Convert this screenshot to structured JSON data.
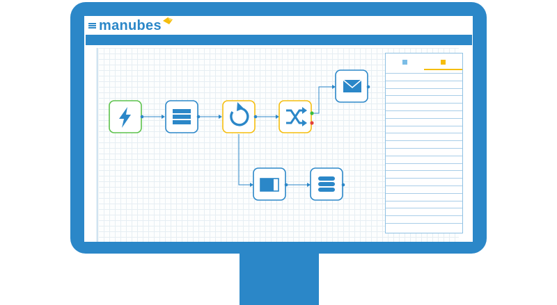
{
  "app": {
    "logo_text": "manubes"
  },
  "colors": {
    "brand_blue": "#2b87c8",
    "trigger_green": "#5cc24b",
    "loop_yellow": "#f5bd0d",
    "success_green": "#3bbd3b",
    "error_red": "#e4403a",
    "grid": "#e6eef3"
  },
  "toolbar": {
    "menu_icon": "hamburger-icon"
  },
  "workflow": {
    "nodes": [
      {
        "id": "trigger",
        "icon": "lightning-icon",
        "border": "#5cc24b"
      },
      {
        "id": "list",
        "icon": "list-icon",
        "border": "#2b87c8"
      },
      {
        "id": "loop",
        "icon": "loop-icon",
        "border": "#f5bd0d"
      },
      {
        "id": "branch",
        "icon": "shuffle-icon",
        "border": "#f5bd0d"
      },
      {
        "id": "email",
        "icon": "envelope-icon",
        "border": "#2b87c8"
      },
      {
        "id": "toggle",
        "icon": "toggle-icon",
        "border": "#2b87c8"
      },
      {
        "id": "database",
        "icon": "database-icon",
        "border": "#2b87c8"
      }
    ]
  },
  "side_panel": {
    "tabs": [
      {
        "id": "tab-1",
        "color": "#7bbde6",
        "active": false
      },
      {
        "id": "tab-2",
        "color": "#f5bd0d",
        "active": true
      }
    ],
    "row_count": 21
  }
}
